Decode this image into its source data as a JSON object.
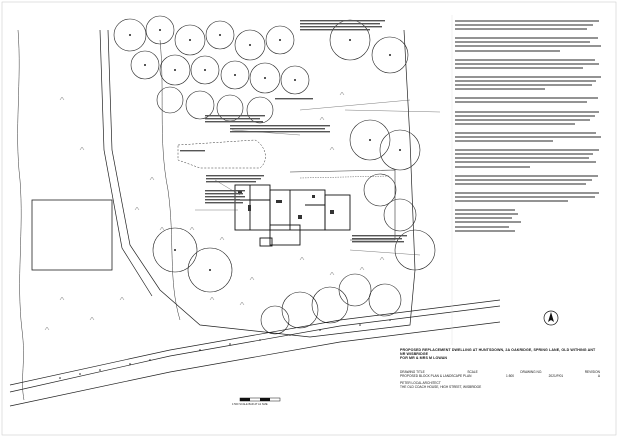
{
  "drawing": {
    "title": "PROPOSED REPLACEMENT DWELLING AT HUNTSDOWN, 2A OAKRIDGE, SPRING LANE, OLD WITHING ANT NR WISBRIDGE",
    "subtitle": "FOR MR & MRS M LOWAN",
    "sheet_label": "PROPOSED BLOCK PLAN & LANDSCAPE PLAN",
    "scale_label": "SCALE 1:500",
    "scale_bar_caption": "1:500 SCALE BAR AT A1 SIZE",
    "columns": [
      "DRAWING TITLE",
      "SCALE",
      "DRAWING NO.",
      "REVISION"
    ],
    "values": [
      "PROPOSED BLOCK PLAN & LANDSCAPE PLAN",
      "1:500",
      "2021/P/01",
      "A"
    ],
    "practice": "PETER LOCAL ARCHITECT",
    "address": "THE OLD COACH HOUSE, HIGH STREET, WISBRIDGE"
  },
  "north_arrow": {
    "icon": "north-arrow-icon"
  }
}
